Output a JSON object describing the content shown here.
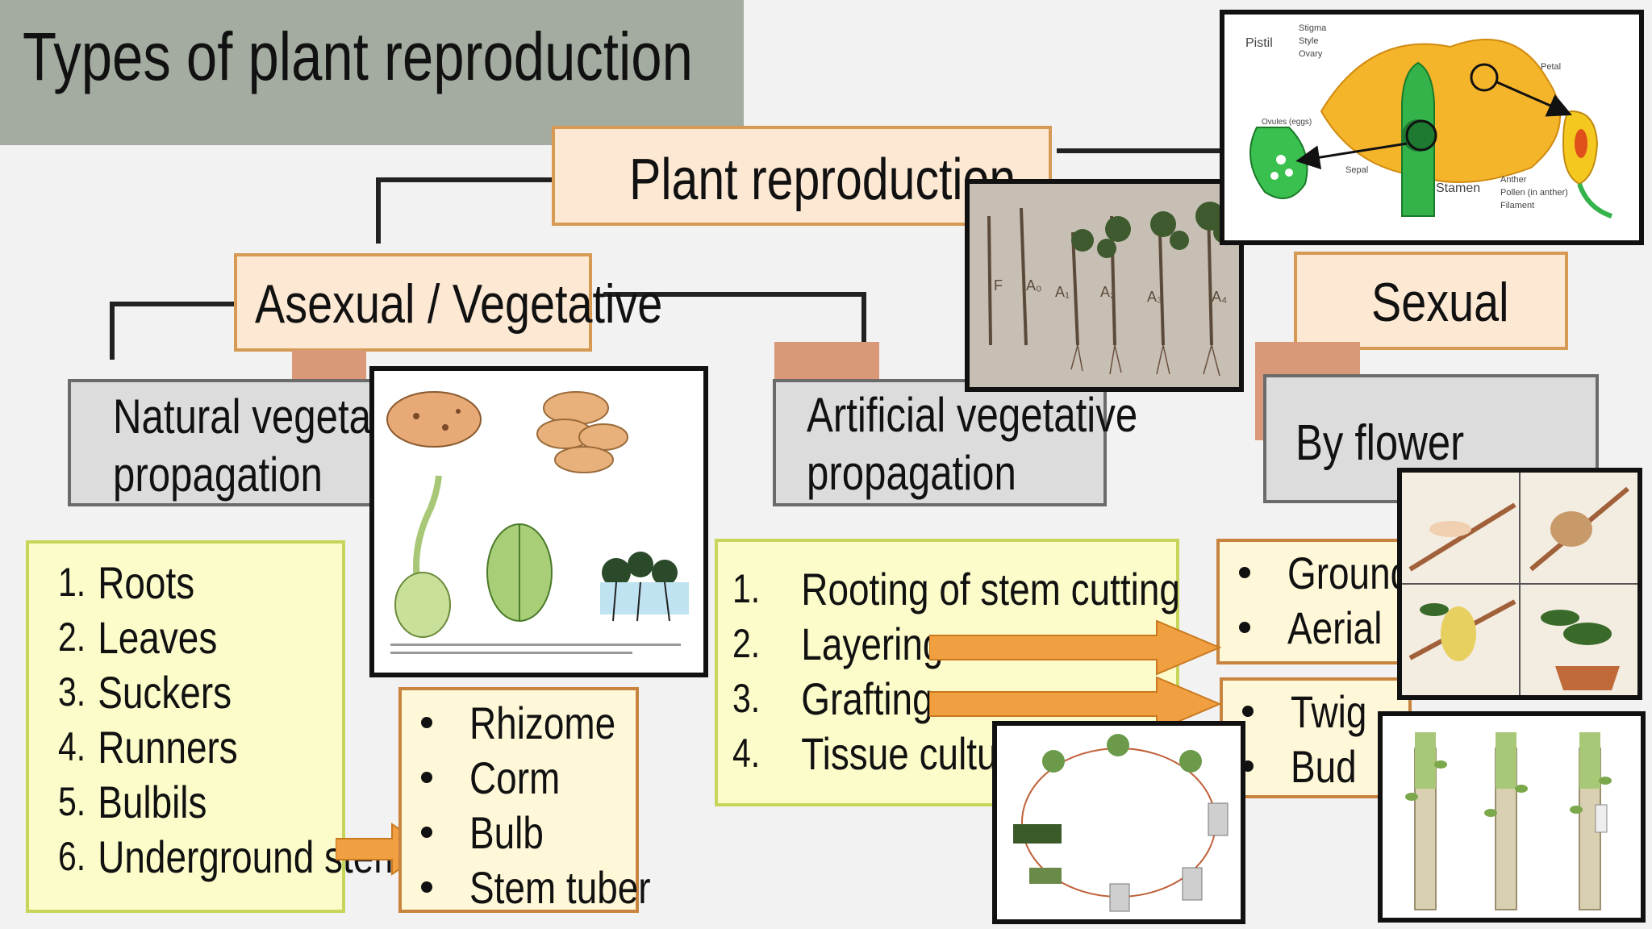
{
  "title": "Types of plant reproduction",
  "root": "Plant reproduction",
  "asexual": "Asexual / Vegetative",
  "sexual": "Sexual",
  "natural": [
    "Natural vegetative",
    "propagation"
  ],
  "artificial": [
    "Artificial vegetative",
    "propagation"
  ],
  "by_flower": "By flower",
  "natural_list": [
    {
      "n": "1.",
      "t": "Roots"
    },
    {
      "n": "2.",
      "t": "Leaves"
    },
    {
      "n": "3.",
      "t": "Suckers"
    },
    {
      "n": "4.",
      "t": "Runners"
    },
    {
      "n": "5.",
      "t": "Bulbils"
    },
    {
      "n": "6.",
      "t": "Underground stems"
    }
  ],
  "stem_types": [
    "Rhizome",
    "Corm",
    "Bulb",
    "Stem tuber"
  ],
  "artificial_list": [
    {
      "n": "1.",
      "t": "Rooting of stem cutting"
    },
    {
      "n": "2.",
      "t": "Layering"
    },
    {
      "n": "3.",
      "t": "Grafting"
    },
    {
      "n": "4.",
      "t": "Tissue culture"
    }
  ],
  "layering_types": [
    "Ground",
    "Aerial"
  ],
  "grafting_types": [
    "Twig",
    "Bud"
  ],
  "flower_labels": {
    "pistil": "Pistil",
    "stigma": "Stigma",
    "style": "Style",
    "ovary": "Ovary",
    "petal": "Petal",
    "ovules": "Ovules (eggs)",
    "sepal": "Sepal",
    "stamen": "Stamen",
    "anther": "Anther",
    "pollen": "Pollen (in anther)",
    "filament": "Filament"
  },
  "cutting_labels": [
    "F",
    "A₀",
    "A₁",
    "A₂",
    "A₃",
    "A₄"
  ],
  "colors": {
    "orange_arrow": "#f0a040",
    "peach": "#fde9d3",
    "yellow": "#fbfcc9",
    "gray": "#dcdcdc"
  }
}
